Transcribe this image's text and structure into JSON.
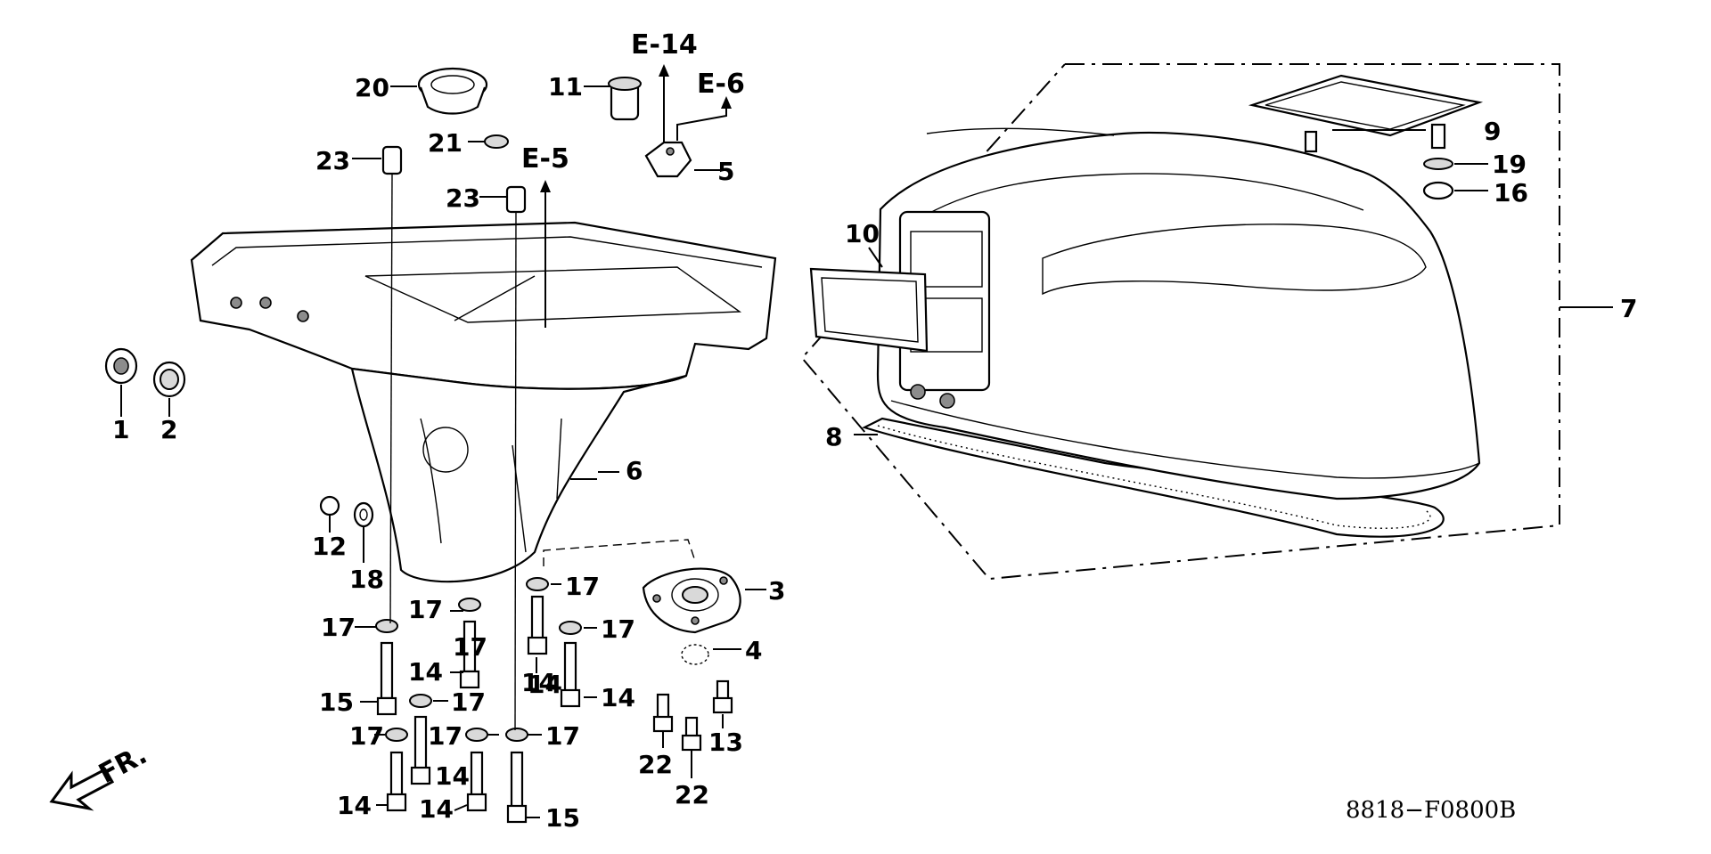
{
  "diagram": {
    "part_numbers": [
      "1",
      "2",
      "3",
      "4",
      "5",
      "6",
      "7",
      "8",
      "9",
      "10",
      "11",
      "12",
      "13",
      "14",
      "14",
      "14",
      "14",
      "14",
      "14",
      "14",
      "15",
      "15",
      "16",
      "17",
      "17",
      "17",
      "17",
      "17",
      "17",
      "17",
      "17",
      "17",
      "18",
      "19",
      "20",
      "21",
      "22",
      "22",
      "23",
      "23"
    ],
    "references": {
      "e14": "E-14",
      "e6": "E-6",
      "e5": "E-5"
    },
    "drawing_code": "8818−F0800B",
    "direction_label": "FR."
  }
}
